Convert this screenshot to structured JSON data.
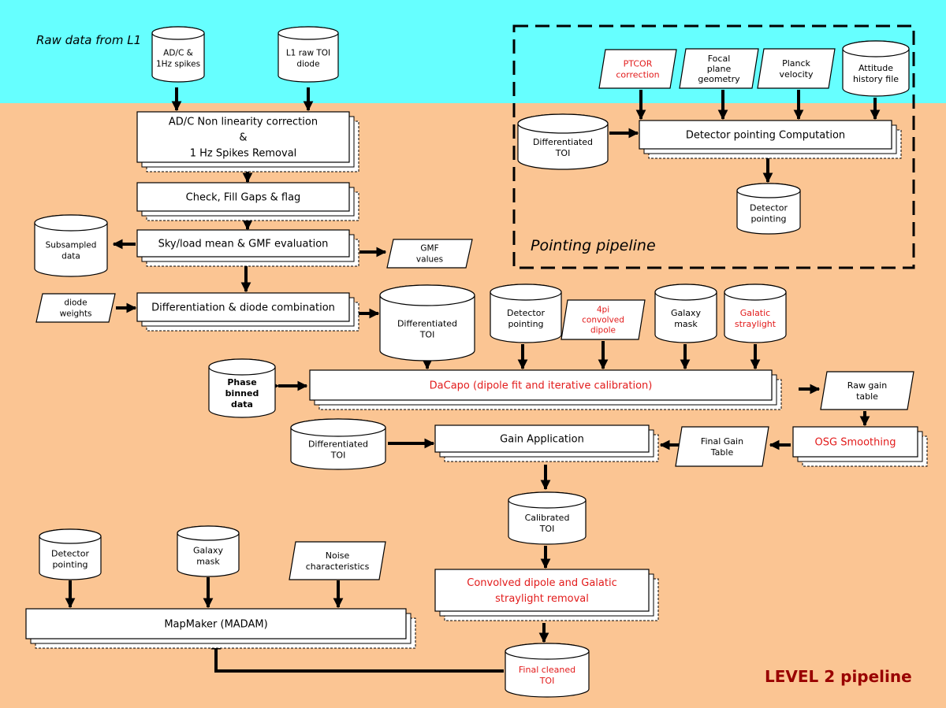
{
  "colors": {
    "top_band": "#66ffff",
    "background": "#fbc593",
    "red_text": "#e21b1b",
    "level_title": "#990000"
  },
  "raw_data_label": "Raw data from L1",
  "inputs": {
    "adc_spikes": [
      "AD/C &",
      "1Hz spikes"
    ],
    "l1_raw_toi": [
      "L1 raw TOI",
      "diode"
    ]
  },
  "steps": {
    "adc_correction": [
      "AD/C Non linearity correction",
      "&",
      "1 Hz Spikes Removal"
    ],
    "check_fill": [
      "Check, Fill Gaps & flag"
    ],
    "sky_load": [
      "Sky/load mean  & GMF evaluation"
    ],
    "differentiation": [
      "Differentiation & diode combination"
    ],
    "dacapo": [
      "DaCapo (dipole fit and iterative calibration)"
    ],
    "gain_application": [
      "Gain Application"
    ],
    "osg_smoothing": [
      "OSG Smoothing"
    ],
    "convolved_removal": [
      "Convolved dipole and Galatic",
      "straylight removal"
    ],
    "mapmaker": [
      "MapMaker (MADAM)"
    ],
    "detector_pointing_computation": [
      "Detector  pointing Computation"
    ]
  },
  "data_stores": {
    "subsampled": [
      "Subsampled",
      "data"
    ],
    "differentiated_toi_1": [
      "Differentiated",
      "TOI"
    ],
    "detector_pointing_1": [
      "Detector",
      "pointing"
    ],
    "galaxy_mask_1": [
      "Galaxy",
      "mask"
    ],
    "galatic_straylight": [
      "Galatic",
      "straylight"
    ],
    "phase_binned": [
      "Phase",
      "binned",
      "data"
    ],
    "differentiated_toi_2": [
      "Differentiated",
      "TOI"
    ],
    "calibrated_toi": [
      "Calibrated",
      "TOI"
    ],
    "final_cleaned_toi": [
      "Final cleaned",
      "TOI"
    ],
    "detector_pointing_2": [
      "Detector",
      "pointing"
    ],
    "galaxy_mask_2": [
      "Galaxy",
      "mask"
    ],
    "pp_differentiated_toi": [
      "Differentiated",
      "TOI"
    ],
    "pp_attitude": [
      "Attitude",
      "history file"
    ],
    "pp_detector_pointing": [
      "Detector",
      "pointing"
    ]
  },
  "parameters": {
    "gmf_values": [
      "GMF",
      "values"
    ],
    "diode_weights": [
      "diode",
      "weights"
    ],
    "dipole_4pi": [
      "4pi",
      "convolved",
      "dipole"
    ],
    "raw_gain_table": [
      "Raw gain",
      "table"
    ],
    "final_gain_table": [
      "Final Gain",
      "Table"
    ],
    "noise_characteristics": [
      "Noise",
      "characteristics"
    ],
    "pp_ptcor": [
      "PTCOR",
      "correction"
    ],
    "pp_focal_plane": [
      "Focal",
      "plane",
      "geometry"
    ],
    "pp_planck_velocity": [
      "Planck",
      "velocity"
    ]
  },
  "pointing_pipeline_label": "Pointing pipeline",
  "level_title": "LEVEL 2 pipeline"
}
